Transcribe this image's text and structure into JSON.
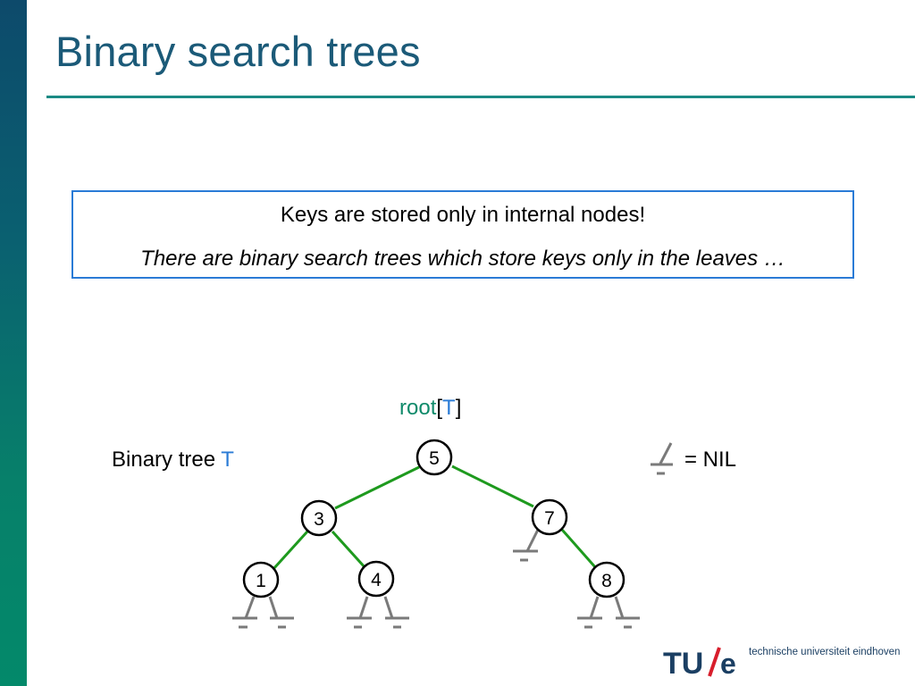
{
  "slide": {
    "title": "Binary search trees",
    "note_line1": "Keys are stored only in internal nodes!",
    "note_line2": "There are binary search trees which store keys only in the leaves …"
  },
  "tree": {
    "label_prefix": "Binary tree ",
    "label_var": "T",
    "root_word": "root",
    "root_open": "[",
    "root_var": "T",
    "root_close": "]",
    "nil_legend": "= NIL",
    "nodes": [
      {
        "key": "5",
        "name": "tree-node-5"
      },
      {
        "key": "3",
        "name": "tree-node-3"
      },
      {
        "key": "7",
        "name": "tree-node-7"
      },
      {
        "key": "1",
        "name": "tree-node-1"
      },
      {
        "key": "4",
        "name": "tree-node-4"
      },
      {
        "key": "8",
        "name": "tree-node-8"
      }
    ],
    "edge_color": "#1e9a1e",
    "nil_color": "#7a7a7a"
  },
  "footer": {
    "logo_text": "TU/e",
    "university": "technische universiteit eindhoven"
  }
}
